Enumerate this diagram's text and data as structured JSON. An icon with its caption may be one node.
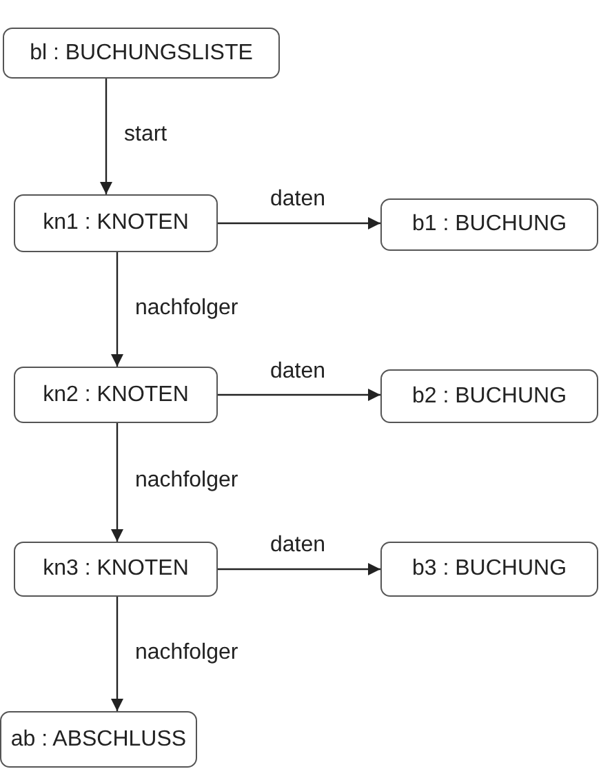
{
  "diagram": {
    "nodes": [
      {
        "text": [
          "bl : BUCHUNGSLISTE"
        ]
      },
      {
        "text": [
          "kn1 : KNOTEN"
        ]
      },
      {
        "text": [
          "b1 : BUCHUNG"
        ]
      },
      {
        "text": [
          "kn2 : KNOTEN"
        ]
      },
      {
        "text": [
          "b2 : BUCHUNG"
        ]
      },
      {
        "text": [
          "kn3 : KNOTEN"
        ]
      },
      {
        "text": [
          "b3 : BUCHUNG"
        ]
      },
      {
        "text": [
          "ab : ABSCHLUSS"
        ]
      }
    ],
    "edges": [
      {
        "from": 0,
        "to": 1,
        "arrow": "to",
        "label": "start"
      },
      {
        "from": 1,
        "to": 2,
        "arrow": "to",
        "label": "daten"
      },
      {
        "from": 1,
        "to": 3,
        "arrow": "to",
        "label": "nachfolger"
      },
      {
        "from": 3,
        "to": 4,
        "arrow": "to",
        "label": "daten"
      },
      {
        "from": 3,
        "to": 5,
        "arrow": "to",
        "label": "nachfolger"
      },
      {
        "from": 5,
        "to": 6,
        "arrow": "to",
        "label": "daten"
      },
      {
        "from": 5,
        "to": 7,
        "arrow": "to",
        "label": "nachfolger"
      }
    ]
  }
}
